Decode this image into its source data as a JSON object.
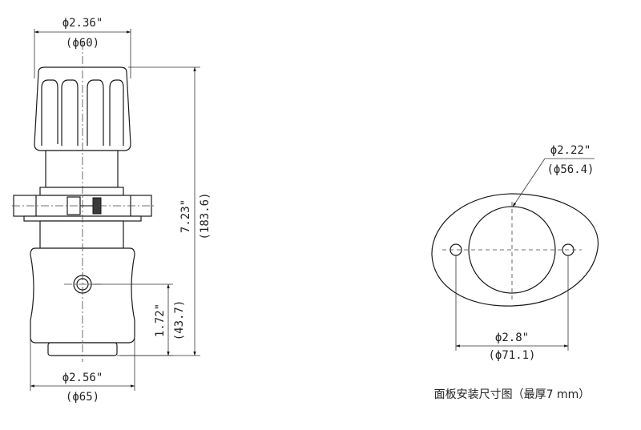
{
  "side_view": {
    "top_dia_in": "ϕ2.36\"",
    "top_dia_mm": "(ϕ60)",
    "height_in": "7.23\"",
    "height_mm": "(183.6)",
    "port_height_in": "1.72\"",
    "port_height_mm": "(43.7)",
    "bottom_dia_in": "ϕ2.56\"",
    "bottom_dia_mm": "(ϕ65)"
  },
  "panel_view": {
    "hole_dia_in": "ϕ2.22\"",
    "hole_dia_mm": "(ϕ56.4)",
    "bolt_spacing_in": "ϕ2.8\"",
    "bolt_spacing_mm": "(ϕ71.1)",
    "caption": "面板安装尺寸图（最厚7 mm）"
  }
}
